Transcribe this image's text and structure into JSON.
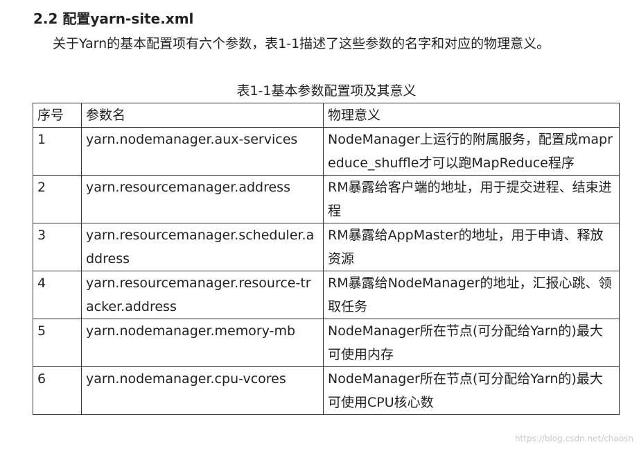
{
  "heading": "2.2 配置yarn-site.xml",
  "intro": "关于Yarn的基本配置项有六个参数，表1-1描述了这些参数的名字和对应的物理意义。",
  "table": {
    "caption": "表1-1基本参数配置项及其意义",
    "headers": [
      "序号",
      "参数名",
      "物理意义"
    ],
    "rows": [
      {
        "no": "1",
        "name": "yarn.nodemanager.aux-services",
        "meaning": "NodeManager上运行的附属服务，配置成mapreduce_shuffle才可以跑MapReduce程序"
      },
      {
        "no": "2",
        "name": "yarn.resourcemanager.address",
        "meaning": "RM暴露给客户端的地址，用于提交进程、结束进程"
      },
      {
        "no": "3",
        "name": "yarn.resourcemanager.scheduler.address",
        "meaning": "RM暴露给AppMaster的地址，用于申请、释放资源"
      },
      {
        "no": "4",
        "name": "yarn.resourcemanager.resource-tracker.address",
        "meaning": "RM暴露给NodeManager的地址，汇报心跳、领取任务"
      },
      {
        "no": "5",
        "name": "yarn.nodemanager.memory-mb",
        "meaning": "NodeManager所在节点(可分配给Yarn的)最大可使用内存"
      },
      {
        "no": "6",
        "name": "yarn.nodemanager.cpu-vcores",
        "meaning": "NodeManager所在节点(可分配给Yarn的)最大可使用CPU核心数"
      }
    ]
  },
  "watermark": "https://blog.csdn.net/chaosn"
}
